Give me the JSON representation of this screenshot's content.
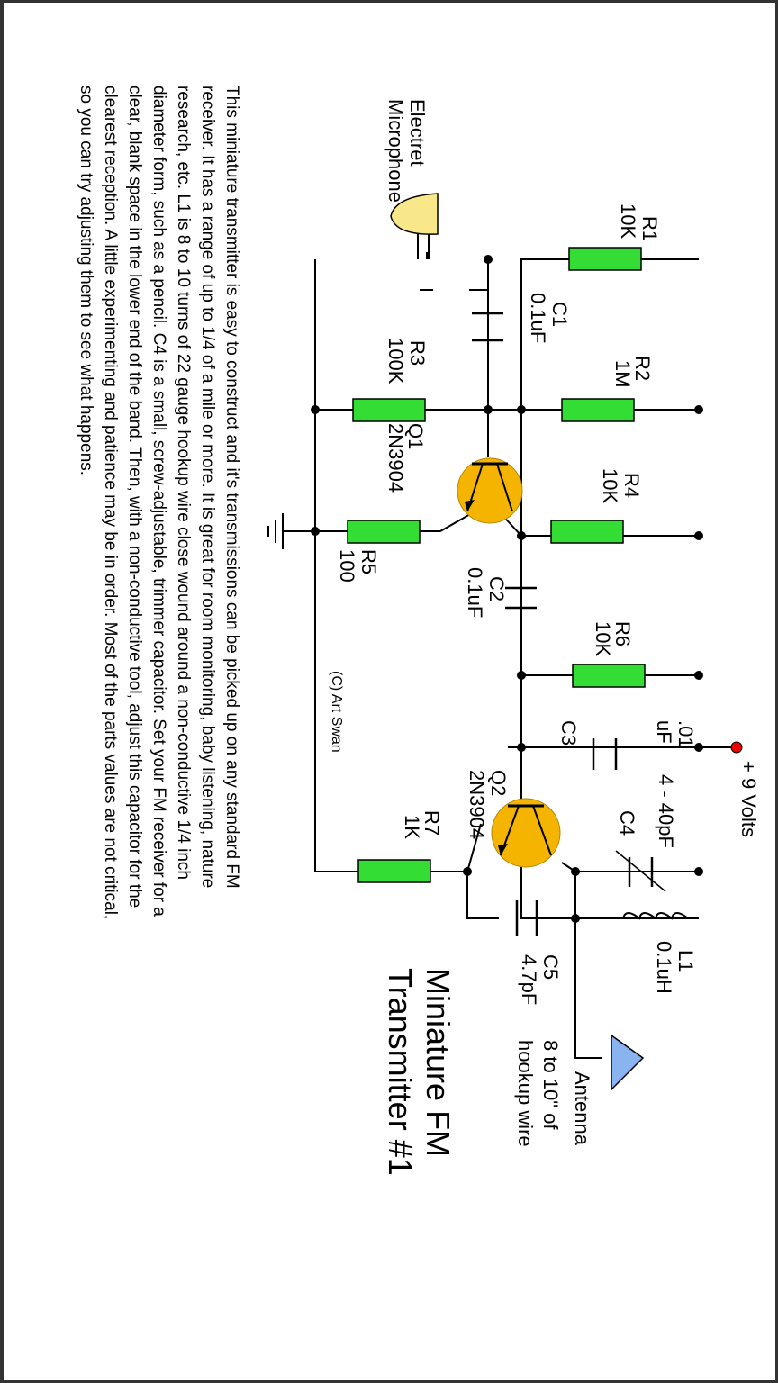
{
  "title": {
    "line1": "Miniature FM",
    "line2": "Transmitter #1"
  },
  "components": {
    "R1": {
      "name": "R1",
      "value": "10K"
    },
    "R2": {
      "name": "R2",
      "value": "1M"
    },
    "R3": {
      "name": "R3",
      "value": "100K"
    },
    "R4": {
      "name": "R4",
      "value": "10K"
    },
    "R5": {
      "name": "R5",
      "value": "100"
    },
    "R6": {
      "name": "R6",
      "value": "10K"
    },
    "R7": {
      "name": "R7",
      "value": "1K"
    },
    "C1": {
      "name": "C1",
      "value": "0.1uF"
    },
    "C2": {
      "name": "C2",
      "value": "0.1uF"
    },
    "C3": {
      "name": "C3",
      "value1": ".01",
      "value2": "uF"
    },
    "C4": {
      "name": "C4",
      "value": "4 - 40pF"
    },
    "C5": {
      "name": "C5",
      "value": "4.7pF"
    },
    "L1": {
      "name": "L1",
      "value": "0.1uH"
    },
    "Q1": {
      "name": "Q1",
      "type": "2N3904"
    },
    "Q2": {
      "name": "Q2",
      "type": "2N3904"
    }
  },
  "microphone": {
    "line1": "Electret",
    "line2": "Microphone"
  },
  "supply": {
    "label": "+ 9 Volts"
  },
  "antenna": {
    "line1": "Antenna",
    "line2": "8 to 10\" of",
    "line3": "hookup wire"
  },
  "copyright": "(C) Art Swan",
  "description": [
    "This miniature transmitter is easy to construct and it's transmissions can be picked up on any standard FM",
    "receiver. It has a range of up to 1/4 of a mile or more. It is great for room monitoring, baby listening, nature",
    "research, etc. L1 is 8 to 10 turns of 22 gauge hookup wire close wound around a non-conductive 1/4 inch",
    "diameter form, such as a pencil. C4 is a small, screw-adjustable, trimmer capacitor. Set your FM receiver for a",
    "clear, blank space in the lower end of the band. Then, with a non-conductive tool, adjust this capacitor for the",
    "clearest reception.  A little experimenting and patience may be in order. Most of the parts values are not critical,",
    "so you can try adjusting them to see what happens."
  ],
  "colors": {
    "resistor": "#33dd33",
    "transistor": "#f4b400",
    "microphone": "#f8e88a",
    "antenna": "#8ab4f0",
    "supply_dot": "#ee0000",
    "wire": "#000000"
  }
}
